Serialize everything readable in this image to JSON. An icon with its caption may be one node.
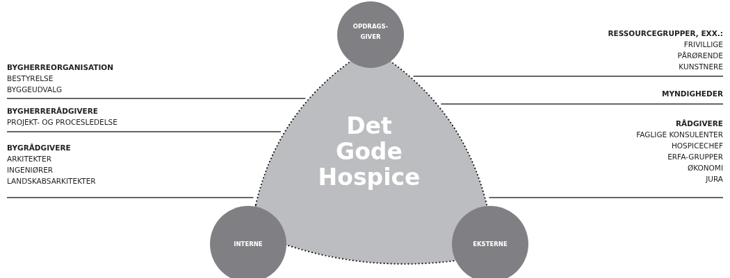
{
  "diagram": {
    "nodes": [
      {
        "text": [
          "Det Gode Hospice"
        ]
      },
      {
        "text": [
          "OPDRAGS- GIVER"
        ]
      },
      {
        "text": [
          "INTERNE"
        ]
      },
      {
        "text": [
          "EKSTERNE"
        ]
      },
      {
        "text": [
          "BYGHERREORGANISATION",
          "BESTYRELSE",
          "BYGGEUDVALG"
        ]
      },
      {
        "text": [
          "BYGHERRERÅDGIVERE",
          "PROJEKT- OG PROCESLEDELSE"
        ]
      },
      {
        "text": [
          "BYGRÅDGIVERE",
          "ARKITEKTER",
          "INGENIØRER",
          "LANDSKABSARKITEKTER"
        ]
      },
      {
        "text": [
          "RESSOURCEGRUPPER, EXX.:",
          "FRIVILLIGE",
          "PÅRØRENDE",
          "KUNSTNERE"
        ]
      },
      {
        "text": [
          "MYNDIGHEDER"
        ]
      },
      {
        "text": [
          "RÅDGIVERE",
          "FAGLIGE KONSULENTER",
          "HOSPICECHEF",
          "ERFA-GRUPPER",
          "ØKONOMI",
          "JURA"
        ]
      }
    ],
    "edges": [
      {
        "from": 4,
        "to": 0,
        "arrow": "none"
      },
      {
        "from": 5,
        "to": 0,
        "arrow": "none"
      },
      {
        "from": 6,
        "to": 0,
        "arrow": "none"
      },
      {
        "from": 7,
        "to": 0,
        "arrow": "none"
      },
      {
        "from": 8,
        "to": 0,
        "arrow": "none"
      },
      {
        "from": 9,
        "to": 0,
        "arrow": "none"
      }
    ]
  }
}
